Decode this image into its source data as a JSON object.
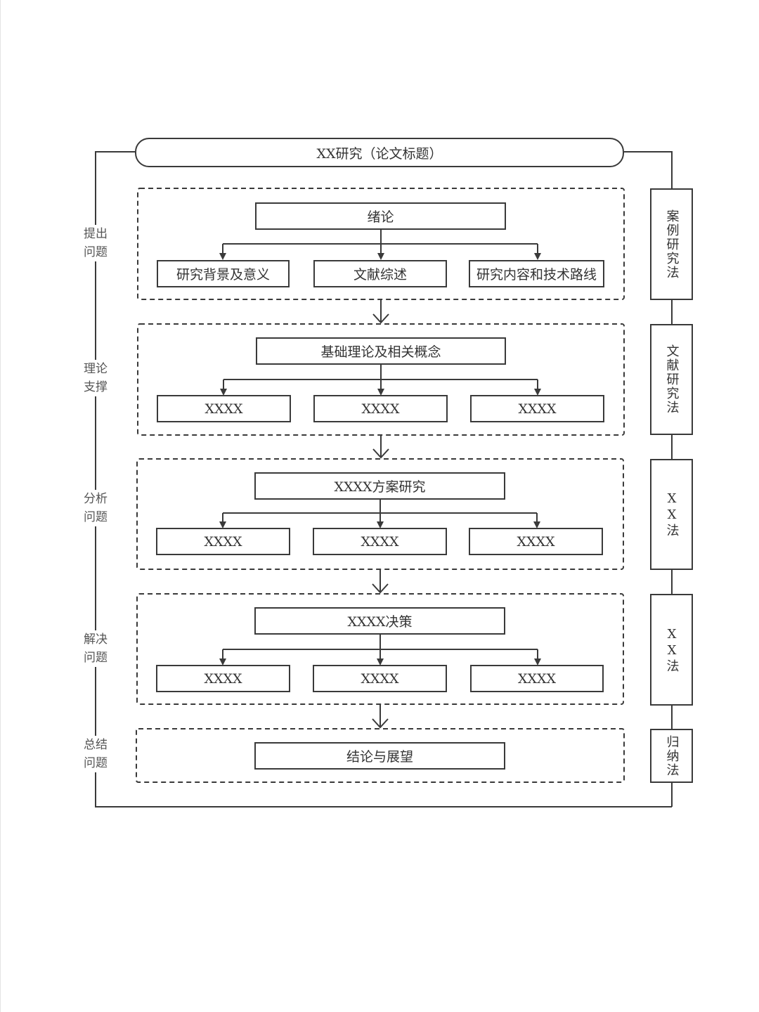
{
  "title": "XX研究（论文标题）",
  "stages": [
    {
      "side_label": [
        "提出",
        "问题"
      ],
      "main": "绪论",
      "subs": [
        "研究背景及意义",
        "文献综述",
        "研究内容和技术路线"
      ],
      "method": "案例研究法"
    },
    {
      "side_label": [
        "理论",
        "支撑"
      ],
      "main": "基础理论及相关概念",
      "subs": [
        "XXXX",
        "XXXX",
        "XXXX"
      ],
      "method": "文献研究法"
    },
    {
      "side_label": [
        "分析",
        "问题"
      ],
      "main": "XXXX方案研究",
      "subs": [
        "XXXX",
        "XXXX",
        "XXXX"
      ],
      "method": "XX法"
    },
    {
      "side_label": [
        "解决",
        "问题"
      ],
      "main": "XXXX决策",
      "subs": [
        "XXXX",
        "XXXX",
        "XXXX"
      ],
      "method": "XX法"
    },
    {
      "side_label": [
        "总结",
        "问题"
      ],
      "main": "结论与展望",
      "subs": [],
      "method": "归纳法"
    }
  ]
}
